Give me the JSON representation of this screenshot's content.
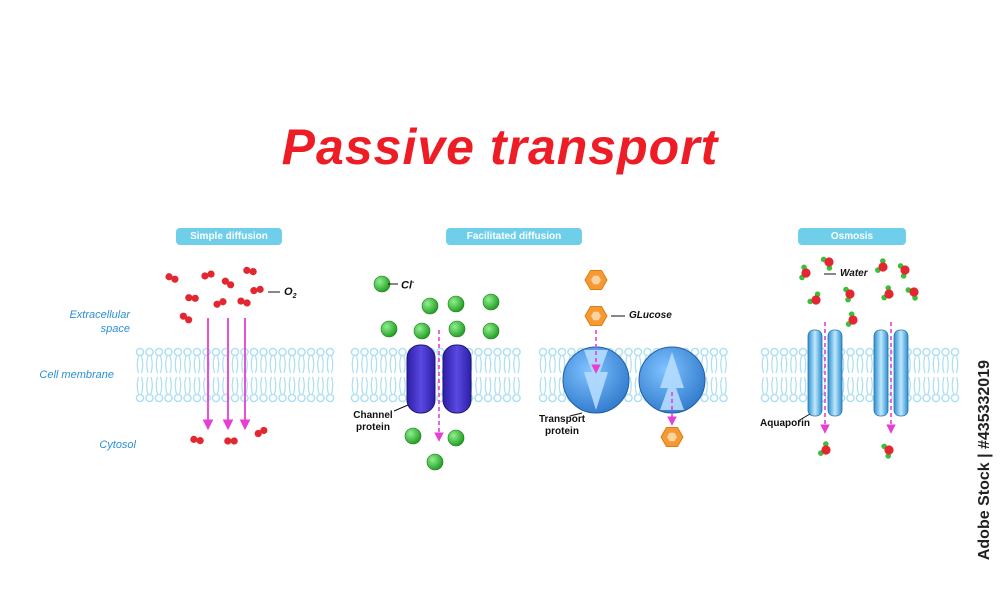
{
  "title": "Passive transport",
  "sections": {
    "simple_diffusion": "Simple diffusion",
    "facilitated_diffusion": "Facilitated diffusion",
    "osmosis": "Osmosis"
  },
  "regions": {
    "extracellular_line1": "Extracellular",
    "extracellular_line2": "space",
    "cell_membrane": "Cell membrane",
    "cytosol": "Cytosol"
  },
  "labels": {
    "o2_main": "O",
    "o2_sub": "2",
    "cl_main": "Cl",
    "cl_sup": "-",
    "glucose": "GLucose",
    "water": "Water",
    "channel_line1": "Channel",
    "channel_line2": "protein",
    "transport_line1": "Transport",
    "transport_line2": "protein",
    "aquaporin": "Aquaporin"
  },
  "watermark": "Adobe Stock | #435332019",
  "colors": {
    "title": "#ee1c25",
    "pill": "#6fcfea",
    "region_text": "#2a8fd6",
    "arrow": "#e63fd6",
    "lipid": "#a9dff0",
    "o2": "#e3262f",
    "chloride": "#3bbf3b",
    "channel": "#4433c8",
    "carrier": "#3d8fe0",
    "glucose": "#f59a32",
    "aquaporin": "#5bb9e8"
  }
}
